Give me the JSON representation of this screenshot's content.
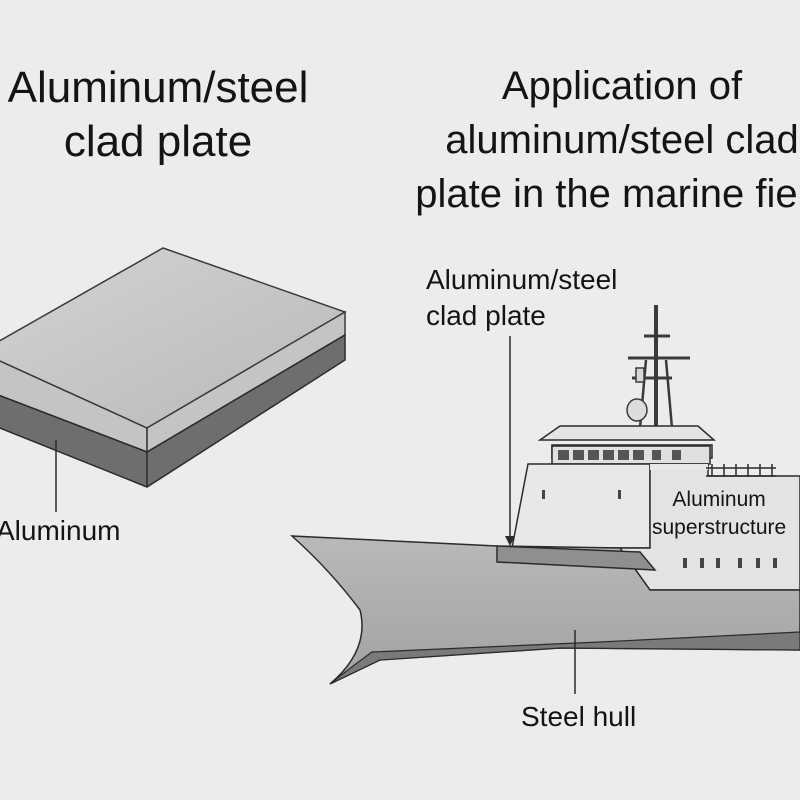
{
  "left_panel": {
    "title_line1": "Aluminum/steel",
    "title_line2": "clad plate",
    "aluminum_label": "Aluminum"
  },
  "right_panel": {
    "title_line1": "Application of",
    "title_line2": "aluminum/steel clad",
    "title_line3": "plate in the marine field",
    "clad_label_line1": "Aluminum/steel",
    "clad_label_line2": "clad plate",
    "superstructure_label_line1": "Aluminum",
    "superstructure_label_line2": "superstructure",
    "hull_label": "Steel hull"
  },
  "colors": {
    "background": "#ececea",
    "plate_top": "#c9c9c9",
    "plate_front_aluminum": "#bdbdbd",
    "plate_front_steel": "#6b6b6b",
    "hull": "#a9a9a9",
    "superstructure": "#e3e3e3",
    "outline": "#2b2b2b"
  }
}
